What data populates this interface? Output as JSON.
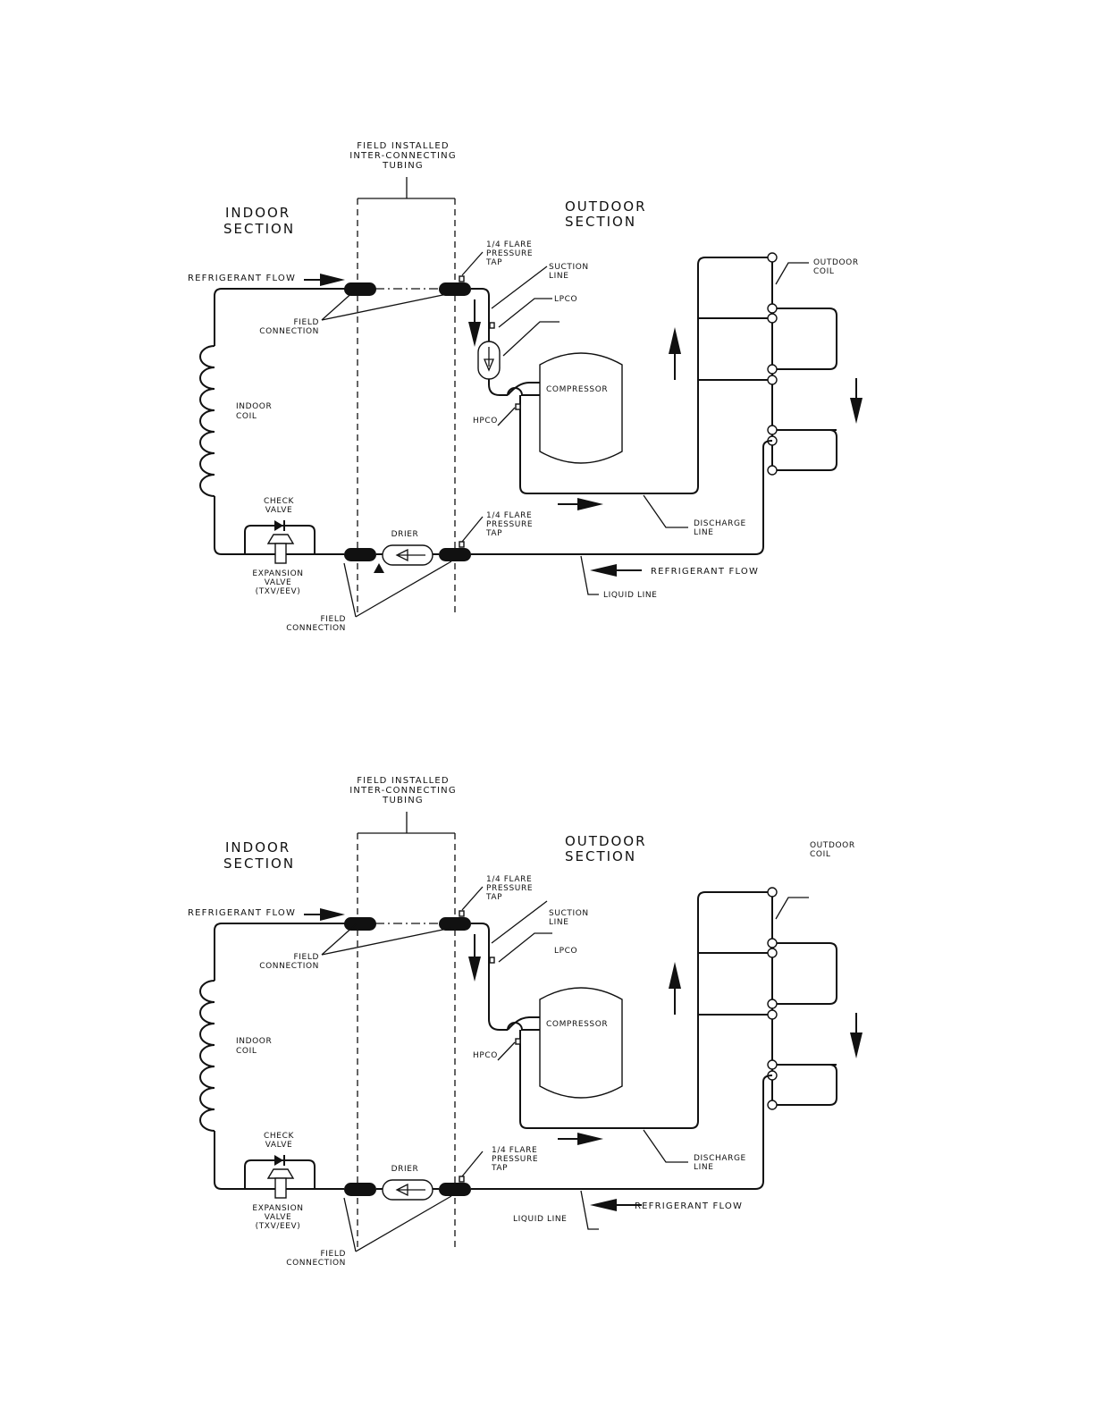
{
  "labels": {
    "field_installed": [
      "FIELD INSTALLED",
      "INTER-CONNECTING",
      "TUBING"
    ],
    "indoor_section": [
      "INDOOR",
      "SECTION"
    ],
    "outdoor_section": [
      "OUTDOOR",
      "SECTION"
    ],
    "refrigerant_flow": "REFRIGERANT FLOW",
    "flare_tap": [
      "1/4 FLARE",
      "PRESSURE",
      "TAP"
    ],
    "suction_line": [
      "SUCTION",
      "LINE"
    ],
    "lpco": "LPCO",
    "hpco": "HPCO",
    "field_connection": [
      "FIELD",
      "CONNECTION"
    ],
    "indoor_coil": [
      "INDOOR",
      "COIL"
    ],
    "outdoor_coil": [
      "OUTDOOR",
      "COIL"
    ],
    "compressor": "COMPRESSOR",
    "check_valve": [
      "CHECK",
      "VALVE"
    ],
    "expansion_valve": [
      "EXPANSION",
      "VALVE",
      "(TXV/EEV)"
    ],
    "drier": "DRIER",
    "discharge_line": [
      "DISCHARGE",
      "LINE"
    ],
    "liquid_line": "LIQUID LINE"
  }
}
